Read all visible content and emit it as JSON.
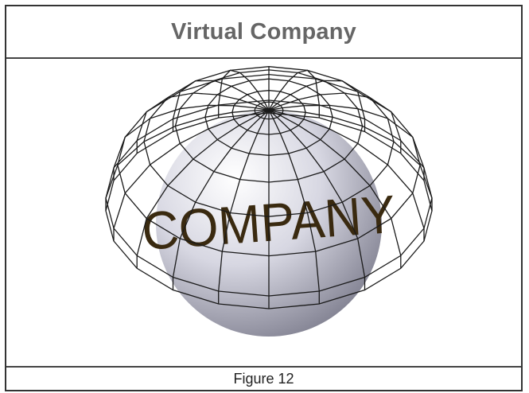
{
  "header": {
    "title": "Virtual Company"
  },
  "figure": {
    "center_label": "COMPANY",
    "caption": "Figure 12",
    "icon": "dome-wireframe-over-sphere",
    "colors": {
      "wire": "#1a1a1a",
      "sphere_light": "#ffffff",
      "sphere_dark": "#7d7d8e",
      "label": "#3a2a10"
    }
  }
}
